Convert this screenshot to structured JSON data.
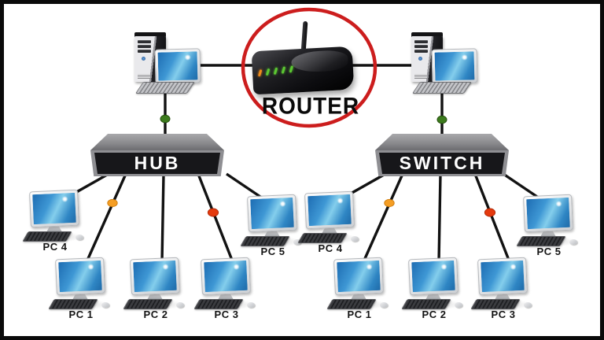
{
  "router": {
    "label": "ROUTER"
  },
  "hub_group": {
    "device_label": "HUB",
    "pc_labels": [
      "PC 4",
      "PC 1",
      "PC 2",
      "PC 3",
      "PC 5"
    ]
  },
  "switch_group": {
    "device_label": "SWITCH",
    "pc_labels": [
      "PC 4",
      "PC 1",
      "PC 2",
      "PC 3",
      "PC 5"
    ]
  },
  "colors": {
    "highlight_circle_red": "#cc1d1d",
    "cable_black": "#121212",
    "status_dot_green": "#3c7b1d",
    "status_dot_orange": "#f59e24",
    "status_dot_red": "#e53a0e",
    "screen_blue": "#2f86c4",
    "device_face_dark": "#17171a",
    "frame_border": "#0a0a0a"
  }
}
